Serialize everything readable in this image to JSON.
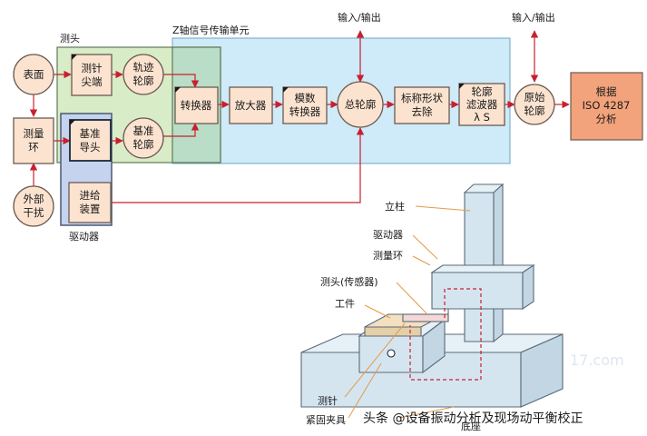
{
  "regions": {
    "probe": "测头",
    "z_unit": "Z轴信号传输单元",
    "driver": "驱动器"
  },
  "io": {
    "io1": "输入/输出",
    "io2": "输入/输出"
  },
  "nodes": {
    "surface": "表面",
    "ring": [
      "测量",
      "环"
    ],
    "disturb": [
      "外部",
      "干扰"
    ],
    "stylus_tip": [
      "测针",
      "尖端"
    ],
    "trace": [
      "轨迹",
      "轮廓"
    ],
    "ref_guide": [
      "基准",
      "导头"
    ],
    "ref_profile": [
      "基准",
      "轮廓"
    ],
    "feed": [
      "进给",
      "装置"
    ],
    "converter": "转换器",
    "amp": "放大器",
    "adc": [
      "模数",
      "转换器"
    ],
    "total": "总轮廓",
    "nominal": [
      "标称形状",
      "去除"
    ],
    "filter": [
      "轮廓",
      "滤波器",
      "λ S"
    ],
    "primary": [
      "原始",
      "轮廓"
    ],
    "iso": [
      "根据",
      "ISO 4287",
      "分析"
    ]
  },
  "machine_labels": {
    "column": "立柱",
    "driver": "驱动器",
    "ring": "测量环",
    "probe": "测头(传感器)",
    "workpiece": "工件",
    "stylus": "测针",
    "clamp": "紧固夹具",
    "base": "底座"
  },
  "watermark": {
    "text": "头条 @设备振动分析及现场动平衡校正",
    "faint": "17.com"
  },
  "colors": {
    "probe_fill": "#d8ecc8",
    "unit_fill": "#cfeaf8",
    "driver_fill": "#c6d3ef",
    "node_fill": "#fbe3d0",
    "node_stroke": "#6b5a50",
    "arrow": "#c8202e",
    "iso_fill": "#f2a37c",
    "machine_fill": "#d5e5f0",
    "machine_stroke": "#5a6a78"
  }
}
